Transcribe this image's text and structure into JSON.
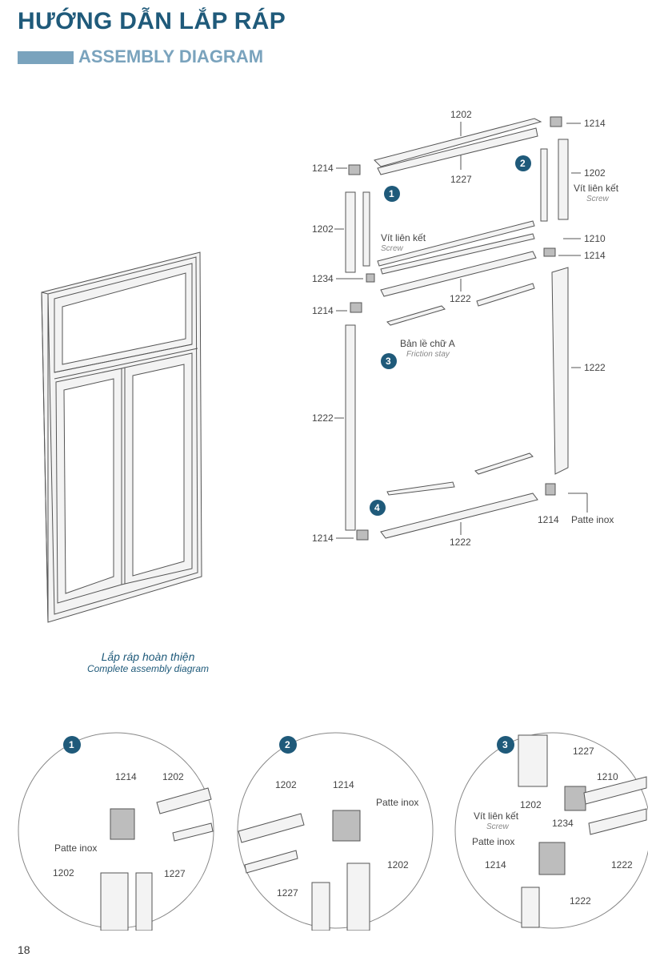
{
  "header": {
    "title_vi": "HƯỚNG DẪN LẮP RÁP",
    "title_en": "ASSEMBLY DIAGRAM"
  },
  "caption": {
    "vi": "Lắp ráp hoàn thiện",
    "en": "Complete assembly diagram"
  },
  "page_number": "18",
  "colors": {
    "accent": "#1f5a7a",
    "light_accent": "#7aa3bd"
  },
  "diagram": {
    "badges": [
      "1",
      "2",
      "3",
      "4"
    ],
    "labels": {
      "p1202": "1202",
      "p1214": "1214",
      "p1227": "1227",
      "p1210": "1210",
      "p1222": "1222",
      "p1234": "1234",
      "screw_vi": "Vít liên kết",
      "screw_en": "Screw",
      "stay_vi": "Bản lề chữ A",
      "stay_en": "Friction stay",
      "patte": "Patte inox"
    }
  }
}
